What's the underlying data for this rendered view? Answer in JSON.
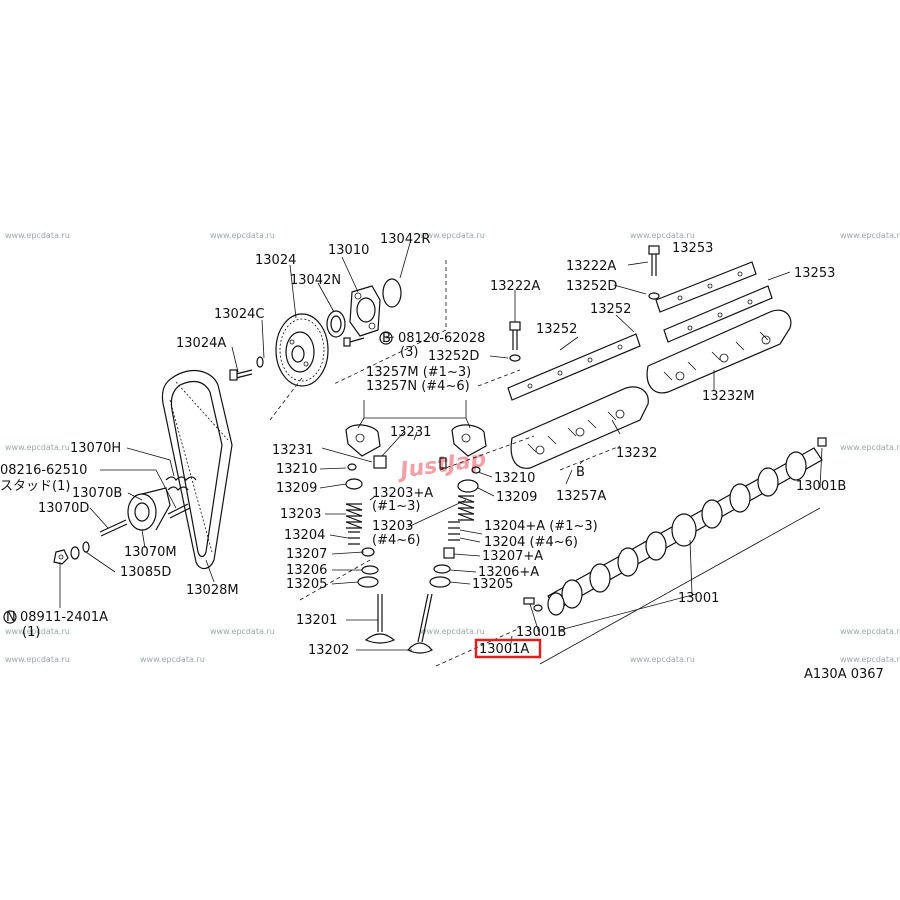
{
  "diagram_code": "A130A 0367",
  "highlight_label": "13001A",
  "highlight_color": "#e02020",
  "brand_watermark": "JustJap",
  "watermark_text": "www.epcdata.ru",
  "labels": {
    "l13042R": "13042R",
    "l13010": "13010",
    "l13024": "13024",
    "l13042N": "13042N",
    "l13024C": "13024C",
    "l13024A": "13024A",
    "l08120": "08120-62028",
    "l08120q": "(3)",
    "l13222A_top": "13222A",
    "l13253a": "13253",
    "l13253b": "13253",
    "l13252D_top": "13252D",
    "l13222A_mid": "13222A",
    "l13252_top": "13252",
    "l13252_mid": "13252",
    "l13252D_mid": "13252D",
    "l13257M": "13257M (#1~3)",
    "l13257N": "13257N (#4~6)",
    "l13232M": "13232M",
    "l13231a": "13231",
    "l13231b": "13231",
    "l13210a": "13210",
    "l13210b": "13210",
    "l13232": "13232",
    "lB": "B",
    "l13257A": "13257A",
    "l13209a": "13209",
    "l13209b": "13209",
    "l13203A": "13203+A",
    "l13203Aq": "(#1~3)",
    "l13203a": "13203",
    "l13203b": "13203",
    "l13203bq": "(#4~6)",
    "l13204a": "13204",
    "l13204A": "13204+A (#1~3)",
    "l13204b": "13204 (#4~6)",
    "l13207": "13207",
    "l13207A": "13207+A",
    "l13206": "13206",
    "l13206A": "13206+A",
    "l13205a": "13205",
    "l13205b": "13205",
    "l13201": "13201",
    "l13202": "13202",
    "l13070H": "13070H",
    "l08216": "08216-62510",
    "l08216j": "スタッド(1)",
    "l13070B": "13070B",
    "l13070D": "13070D",
    "l13070M": "13070M",
    "l13085D": "13085D",
    "l13028M": "13028M",
    "l08911": "08911-2401A",
    "l08911q": "(1)",
    "l13001B_top": "13001B",
    "l13001": "13001",
    "l13001B_bot": "13001B"
  },
  "callout_icons": {
    "bolt_b": "circle-b-icon",
    "nut_n": "circle-n-icon"
  }
}
